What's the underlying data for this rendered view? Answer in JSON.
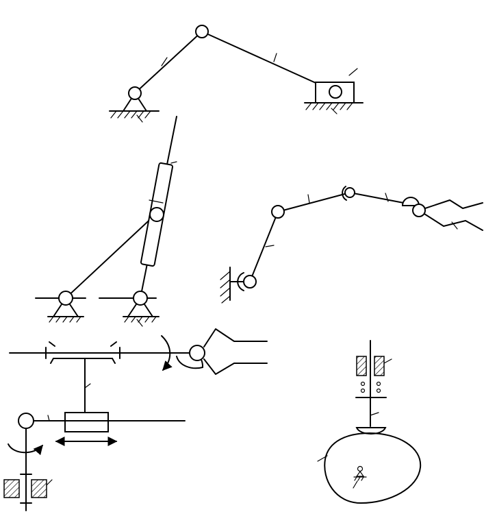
{
  "figure": {
    "background": "#ffffff",
    "ink": "#000000",
    "mechanisms": [
      "slider-crank-mechanism",
      "hydraulic-cylinder-linkage",
      "robot-arm-linkage",
      "gripper-rotary-slider-mechanism",
      "cam-follower-mechanism"
    ]
  }
}
